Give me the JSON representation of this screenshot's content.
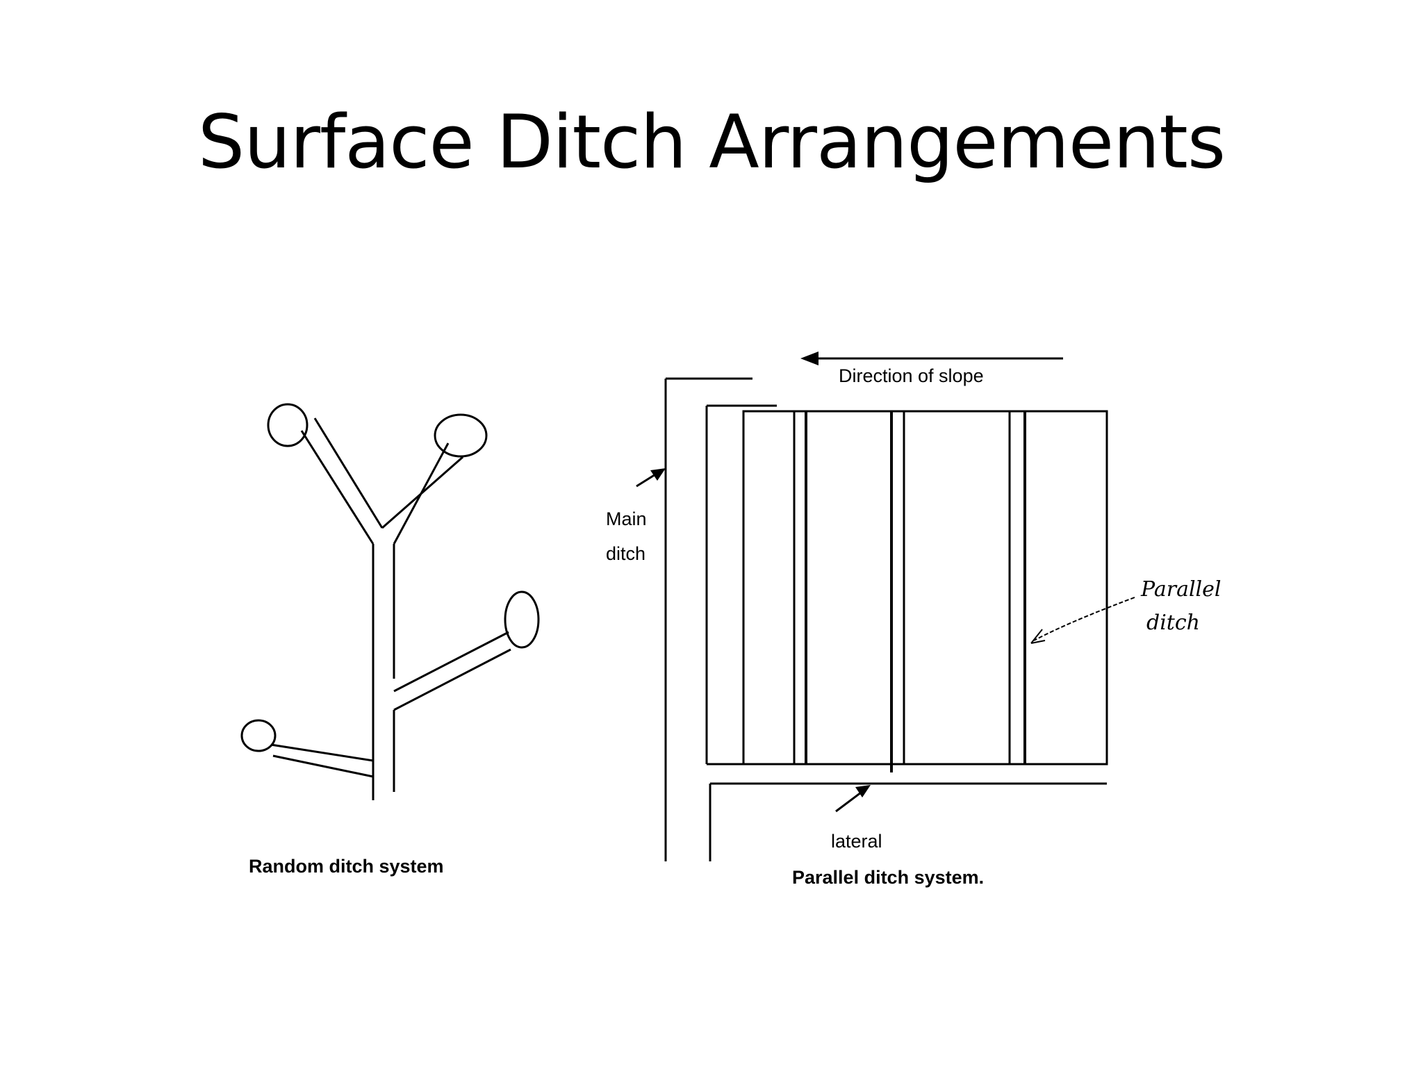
{
  "slide": {
    "title": "Surface Ditch Arrangements"
  },
  "random_system": {
    "caption": "Random ditch system"
  },
  "parallel_system": {
    "caption": "Parallel ditch system.",
    "slope_label": "Direction of slope",
    "main_ditch_label_line1": "Main",
    "main_ditch_label_line2": "ditch",
    "lateral_label": "lateral",
    "parallel_ditch_label_line1": "Parallel",
    "parallel_ditch_label_line2": "ditch"
  }
}
